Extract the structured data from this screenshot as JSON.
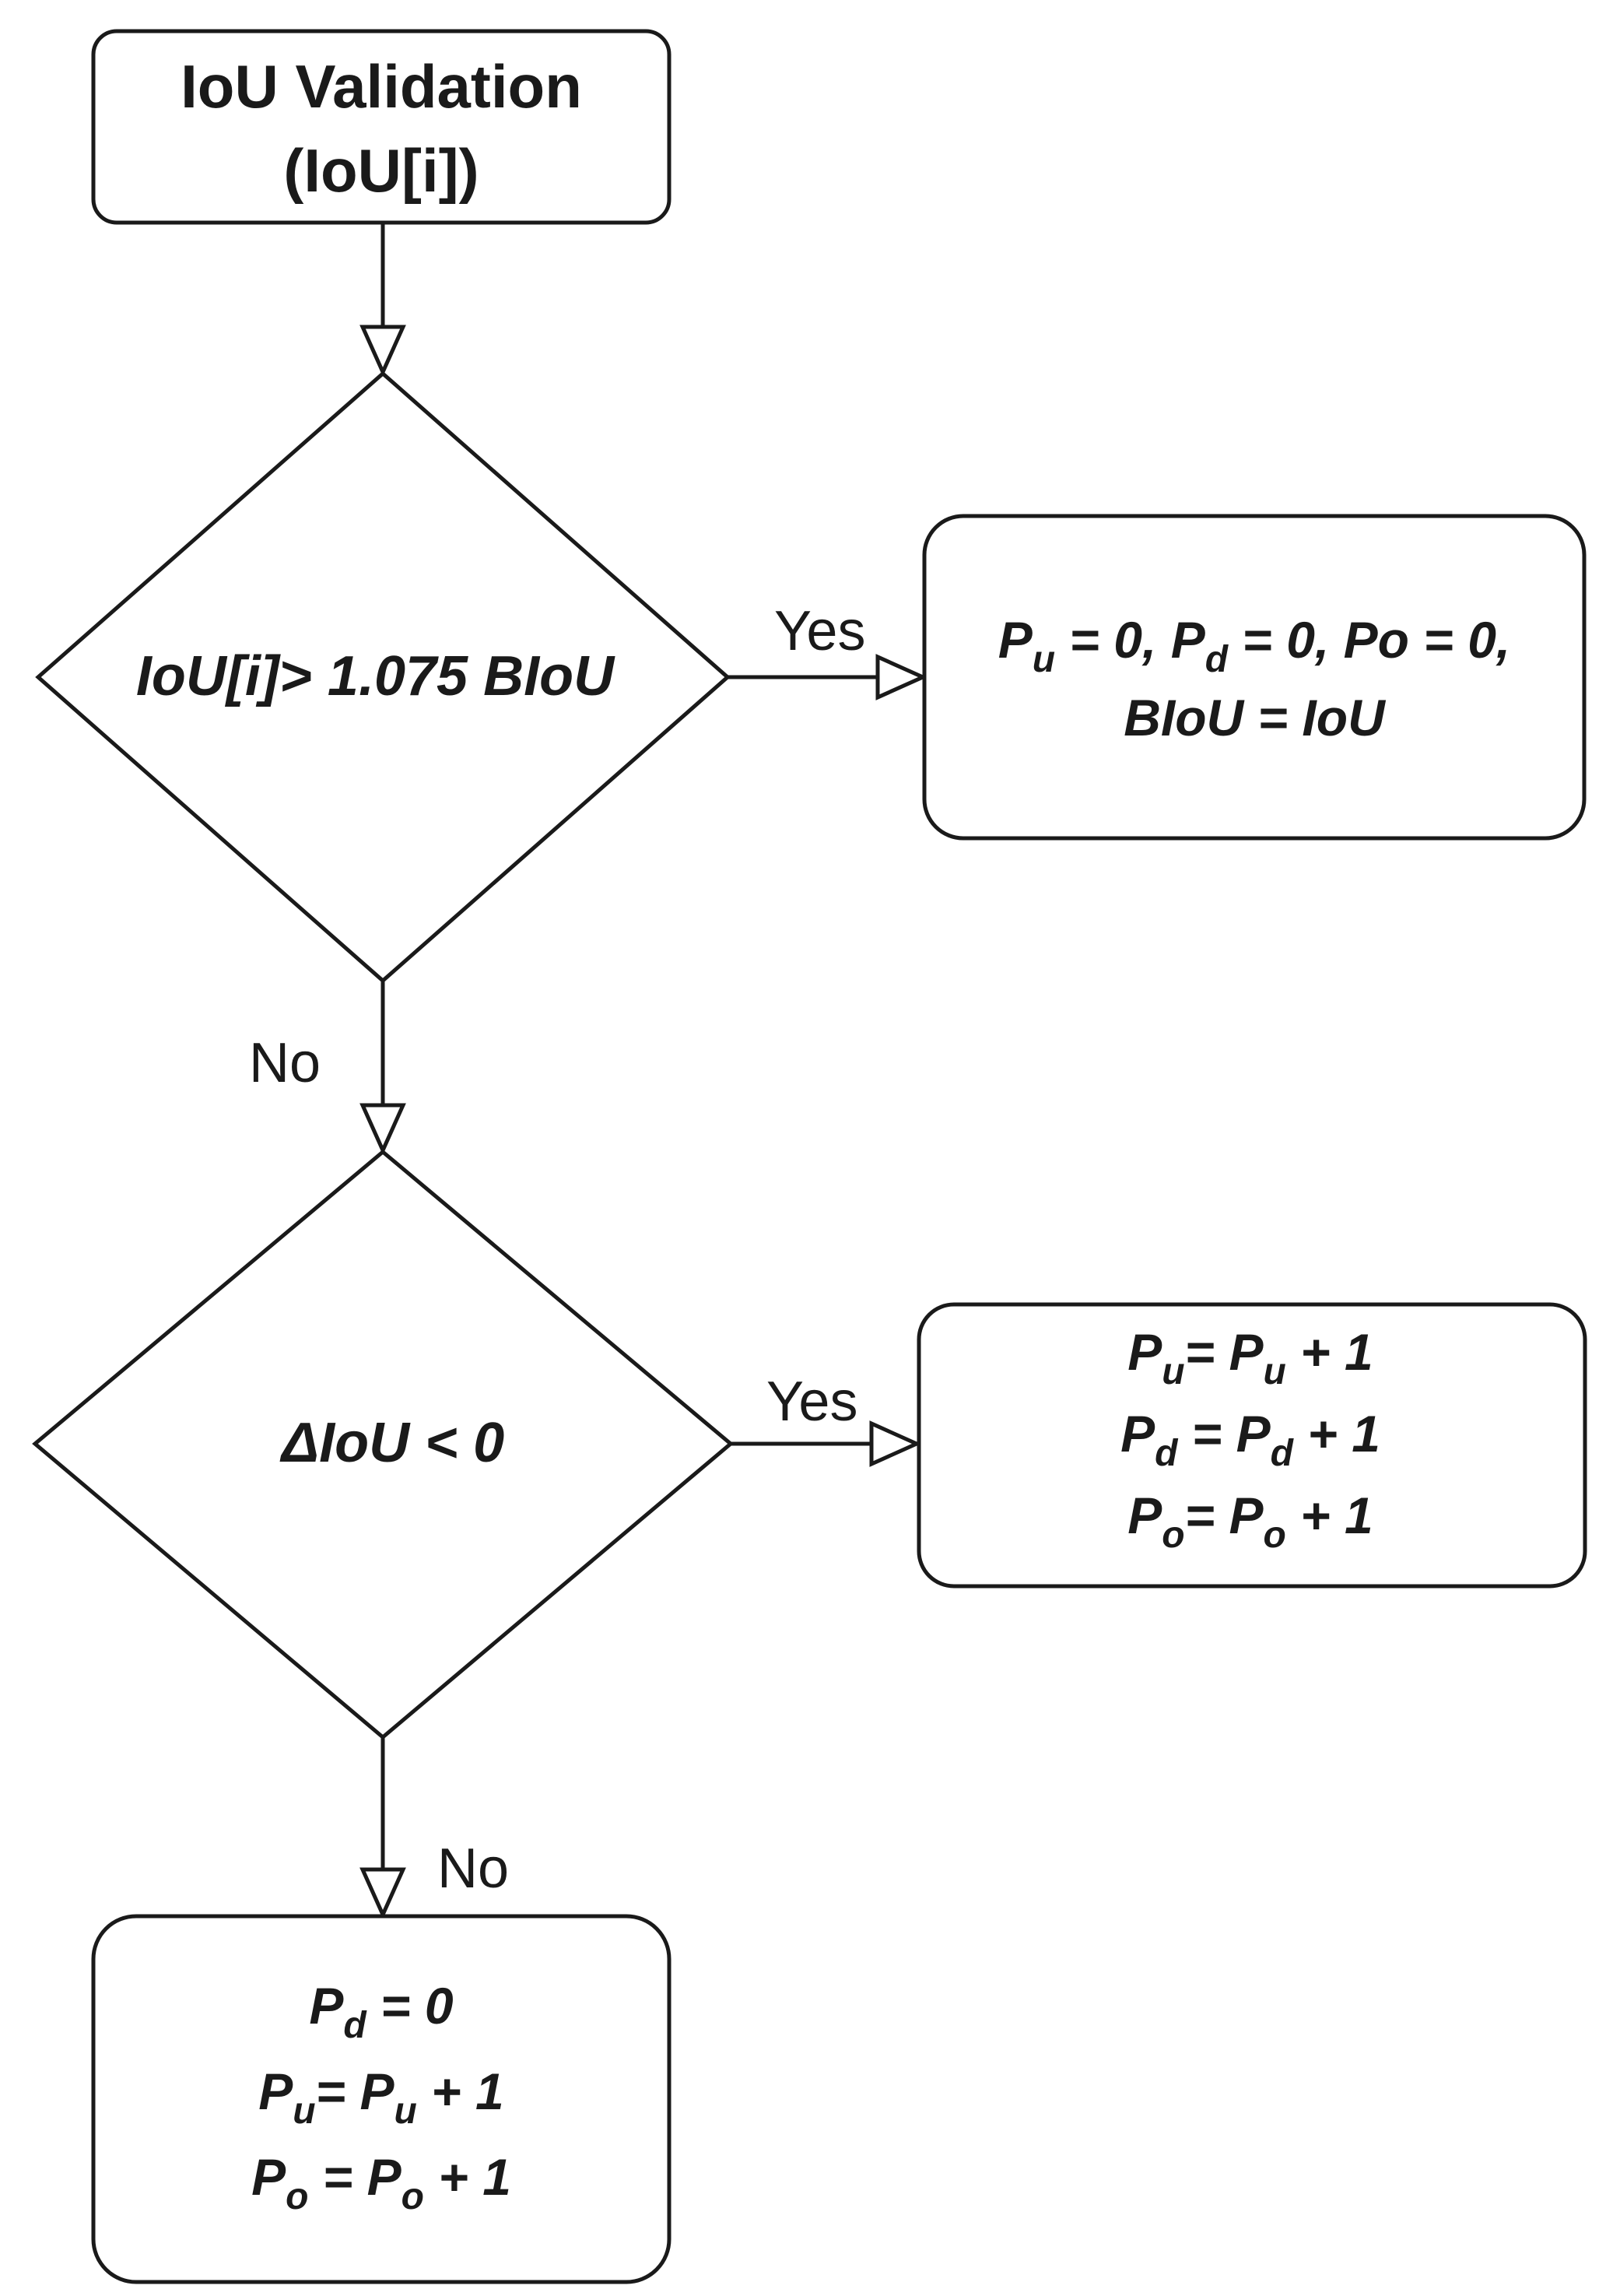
{
  "start": {
    "line1": "IoU Validation",
    "line2": "(IoU[i])"
  },
  "decision1": {
    "text": "IoU[i]> 1.075 BIoU",
    "yes": "Yes",
    "no": "No"
  },
  "box_reset": {
    "line1": [
      {
        "base": "P",
        "sub": "u",
        "rest": " = 0, "
      },
      {
        "base": "P",
        "sub": "d",
        "rest": " = 0, "
      },
      {
        "base": "Po",
        "sub": "",
        "rest": " = 0,"
      }
    ],
    "line2": "BIoU = IoU"
  },
  "decision2": {
    "text": "ΔIoU < 0",
    "yes": "Yes",
    "no": "No"
  },
  "box_increment": [
    {
      "lhs": "P",
      "lsub": "u",
      "mid": "= P",
      "rsub": "u",
      "tail": " + 1"
    },
    {
      "lhs": "P",
      "lsub": "d",
      "mid": " = P",
      "rsub": "d",
      "tail": " + 1"
    },
    {
      "lhs": "P",
      "lsub": "o",
      "mid": "= P",
      "rsub": "o",
      "tail": " + 1"
    }
  ],
  "box_final": {
    "line1": {
      "lhs": "P",
      "lsub": "d",
      "tail": " = 0"
    },
    "line2": {
      "lhs": "P",
      "lsub": "u",
      "mid": "= P",
      "rsub": "u",
      "tail": " + 1"
    },
    "line3": {
      "lhs": "P",
      "lsub": "o",
      "mid": " = P",
      "rsub": "o",
      "tail": " + 1"
    }
  }
}
